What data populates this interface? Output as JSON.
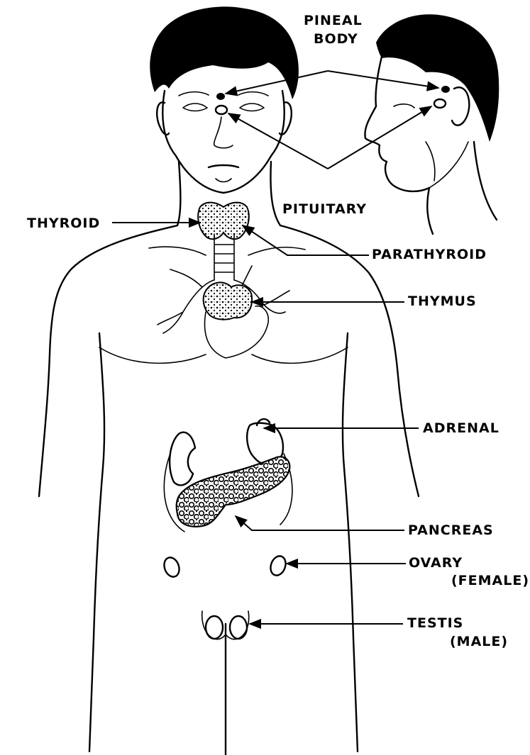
{
  "labels": {
    "pineal_line1": "PINEAL",
    "pineal_line2": "BODY",
    "pituitary": "PITUITARY",
    "thyroid": "THYROID",
    "parathyroid": "PARATHYROID",
    "thymus": "THYMUS",
    "adrenal": "ADRENAL",
    "pancreas": "PANCREAS",
    "ovary_line1": "OVARY",
    "ovary_line2": "(FEMALE)",
    "testis_line1": "TESTIS",
    "testis_line2": "(MALE)"
  },
  "colors": {
    "ink": "#000000",
    "paper": "#ffffff"
  }
}
